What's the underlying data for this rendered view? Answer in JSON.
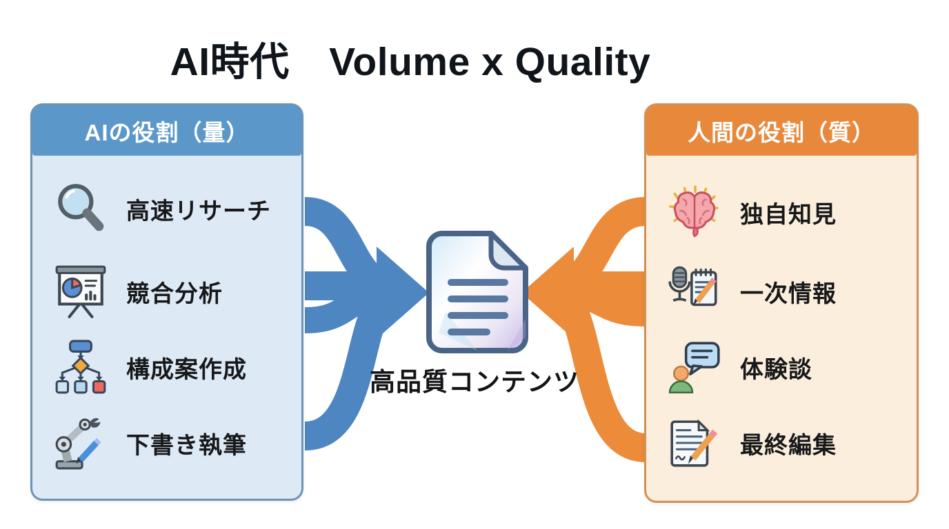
{
  "title": "AI時代　Volume x Quality",
  "left_panel": {
    "header": "AIの役割（量）",
    "accent_color": "#5B97C9",
    "body_color": "#DDE9F5",
    "border_color": "#6D93B4",
    "arrow_color": "#4E86C1",
    "items": [
      {
        "label": "高速リサーチ",
        "icon": "magnifier-icon"
      },
      {
        "label": "競合分析",
        "icon": "presentation-chart-icon"
      },
      {
        "label": "構成案作成",
        "icon": "flowchart-icon"
      },
      {
        "label": "下書き執筆",
        "icon": "robot-arm-pencil-icon"
      }
    ]
  },
  "right_panel": {
    "header": "人間の役割（質）",
    "accent_color": "#E8883B",
    "body_color": "#FCEEDD",
    "border_color": "#CF9254",
    "arrow_color": "#EC8C3A",
    "items": [
      {
        "label": "独自知見",
        "icon": "brain-icon"
      },
      {
        "label": "一次情報",
        "icon": "microphone-notepad-icon"
      },
      {
        "label": "体験談",
        "icon": "person-speech-bubble-icon"
      },
      {
        "label": "最終編集",
        "icon": "document-pencil-icon"
      }
    ]
  },
  "center": {
    "label": "高品質コンテンツ",
    "icon": "document-icon"
  }
}
